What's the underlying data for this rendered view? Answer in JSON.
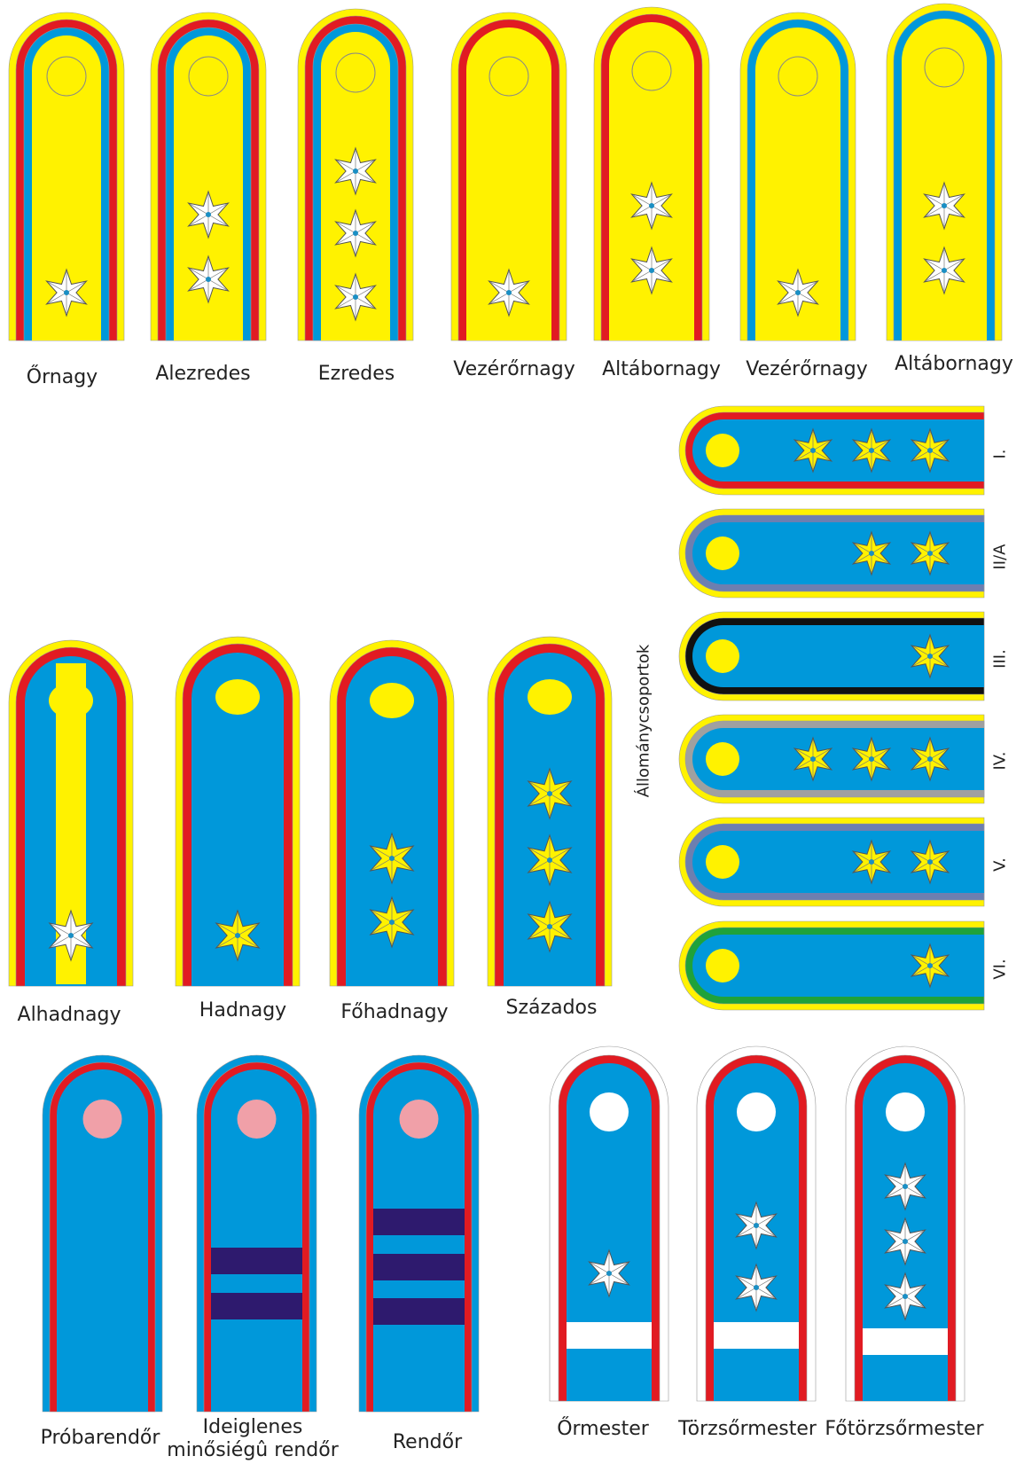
{
  "colors": {
    "yellow": "#fff200",
    "red": "#e11b22",
    "blue": "#0098da",
    "navy": "#2e1a6e",
    "pink": "#f0a0a8",
    "white": "#ffffff",
    "slate": "#6d7fb0",
    "black": "#111111",
    "grey": "#a0a0a0",
    "green": "#1fa23a"
  },
  "general_ranks": [
    {
      "label": "Őrnagy",
      "stars": 1,
      "trims": [
        "red",
        "blue"
      ]
    },
    {
      "label": "Alezredes",
      "stars": 2,
      "trims": [
        "red",
        "blue"
      ]
    },
    {
      "label": "Ezredes",
      "stars": 3,
      "trims": [
        "red",
        "blue"
      ]
    },
    {
      "label": "Vezérőrnagy",
      "stars": 1,
      "trims": [
        "red"
      ]
    },
    {
      "label": "Altábornagy",
      "stars": 2,
      "trims": [
        "red"
      ]
    },
    {
      "label": "Vezérőrnagy",
      "stars": 1,
      "trims": [
        "blue"
      ]
    },
    {
      "label": "Altábornagy",
      "stars": 2,
      "trims": [
        "blue"
      ]
    }
  ],
  "officer_ranks": [
    {
      "label": "Alhadnagy",
      "stars": 1,
      "stripe": true
    },
    {
      "label": "Hadnagy",
      "stars": 1,
      "stripe": false
    },
    {
      "label": "Főhadnagy",
      "stars": 2,
      "stripe": false
    },
    {
      "label": "Százados",
      "stars": 3,
      "stripe": false
    }
  ],
  "staff_groups": {
    "title": "Állománycsoportok",
    "items": [
      {
        "label": "I.",
        "stars": 3,
        "trim": "red"
      },
      {
        "label": "II/A",
        "stars": 2,
        "trim": "slate"
      },
      {
        "label": "III.",
        "stars": 1,
        "trim": "black"
      },
      {
        "label": "IV.",
        "stars": 3,
        "trim": "grey"
      },
      {
        "label": "V.",
        "stars": 2,
        "trim": "slate"
      },
      {
        "label": "VI.",
        "stars": 1,
        "trim": "green"
      }
    ]
  },
  "police_ranks": [
    {
      "label": "Próbarendőr",
      "bars": 0
    },
    {
      "label_line1": "Ideiglenes",
      "label_line2": "minősiégû rendőr",
      "bars": 2
    },
    {
      "label": "Rendőr",
      "bars": 3
    }
  ],
  "nco_ranks": [
    {
      "label": "Őrmester",
      "stars": 1
    },
    {
      "label": "Törzsőrmester",
      "stars": 2
    },
    {
      "label": "Főtörzsőrmester",
      "stars": 3
    }
  ]
}
